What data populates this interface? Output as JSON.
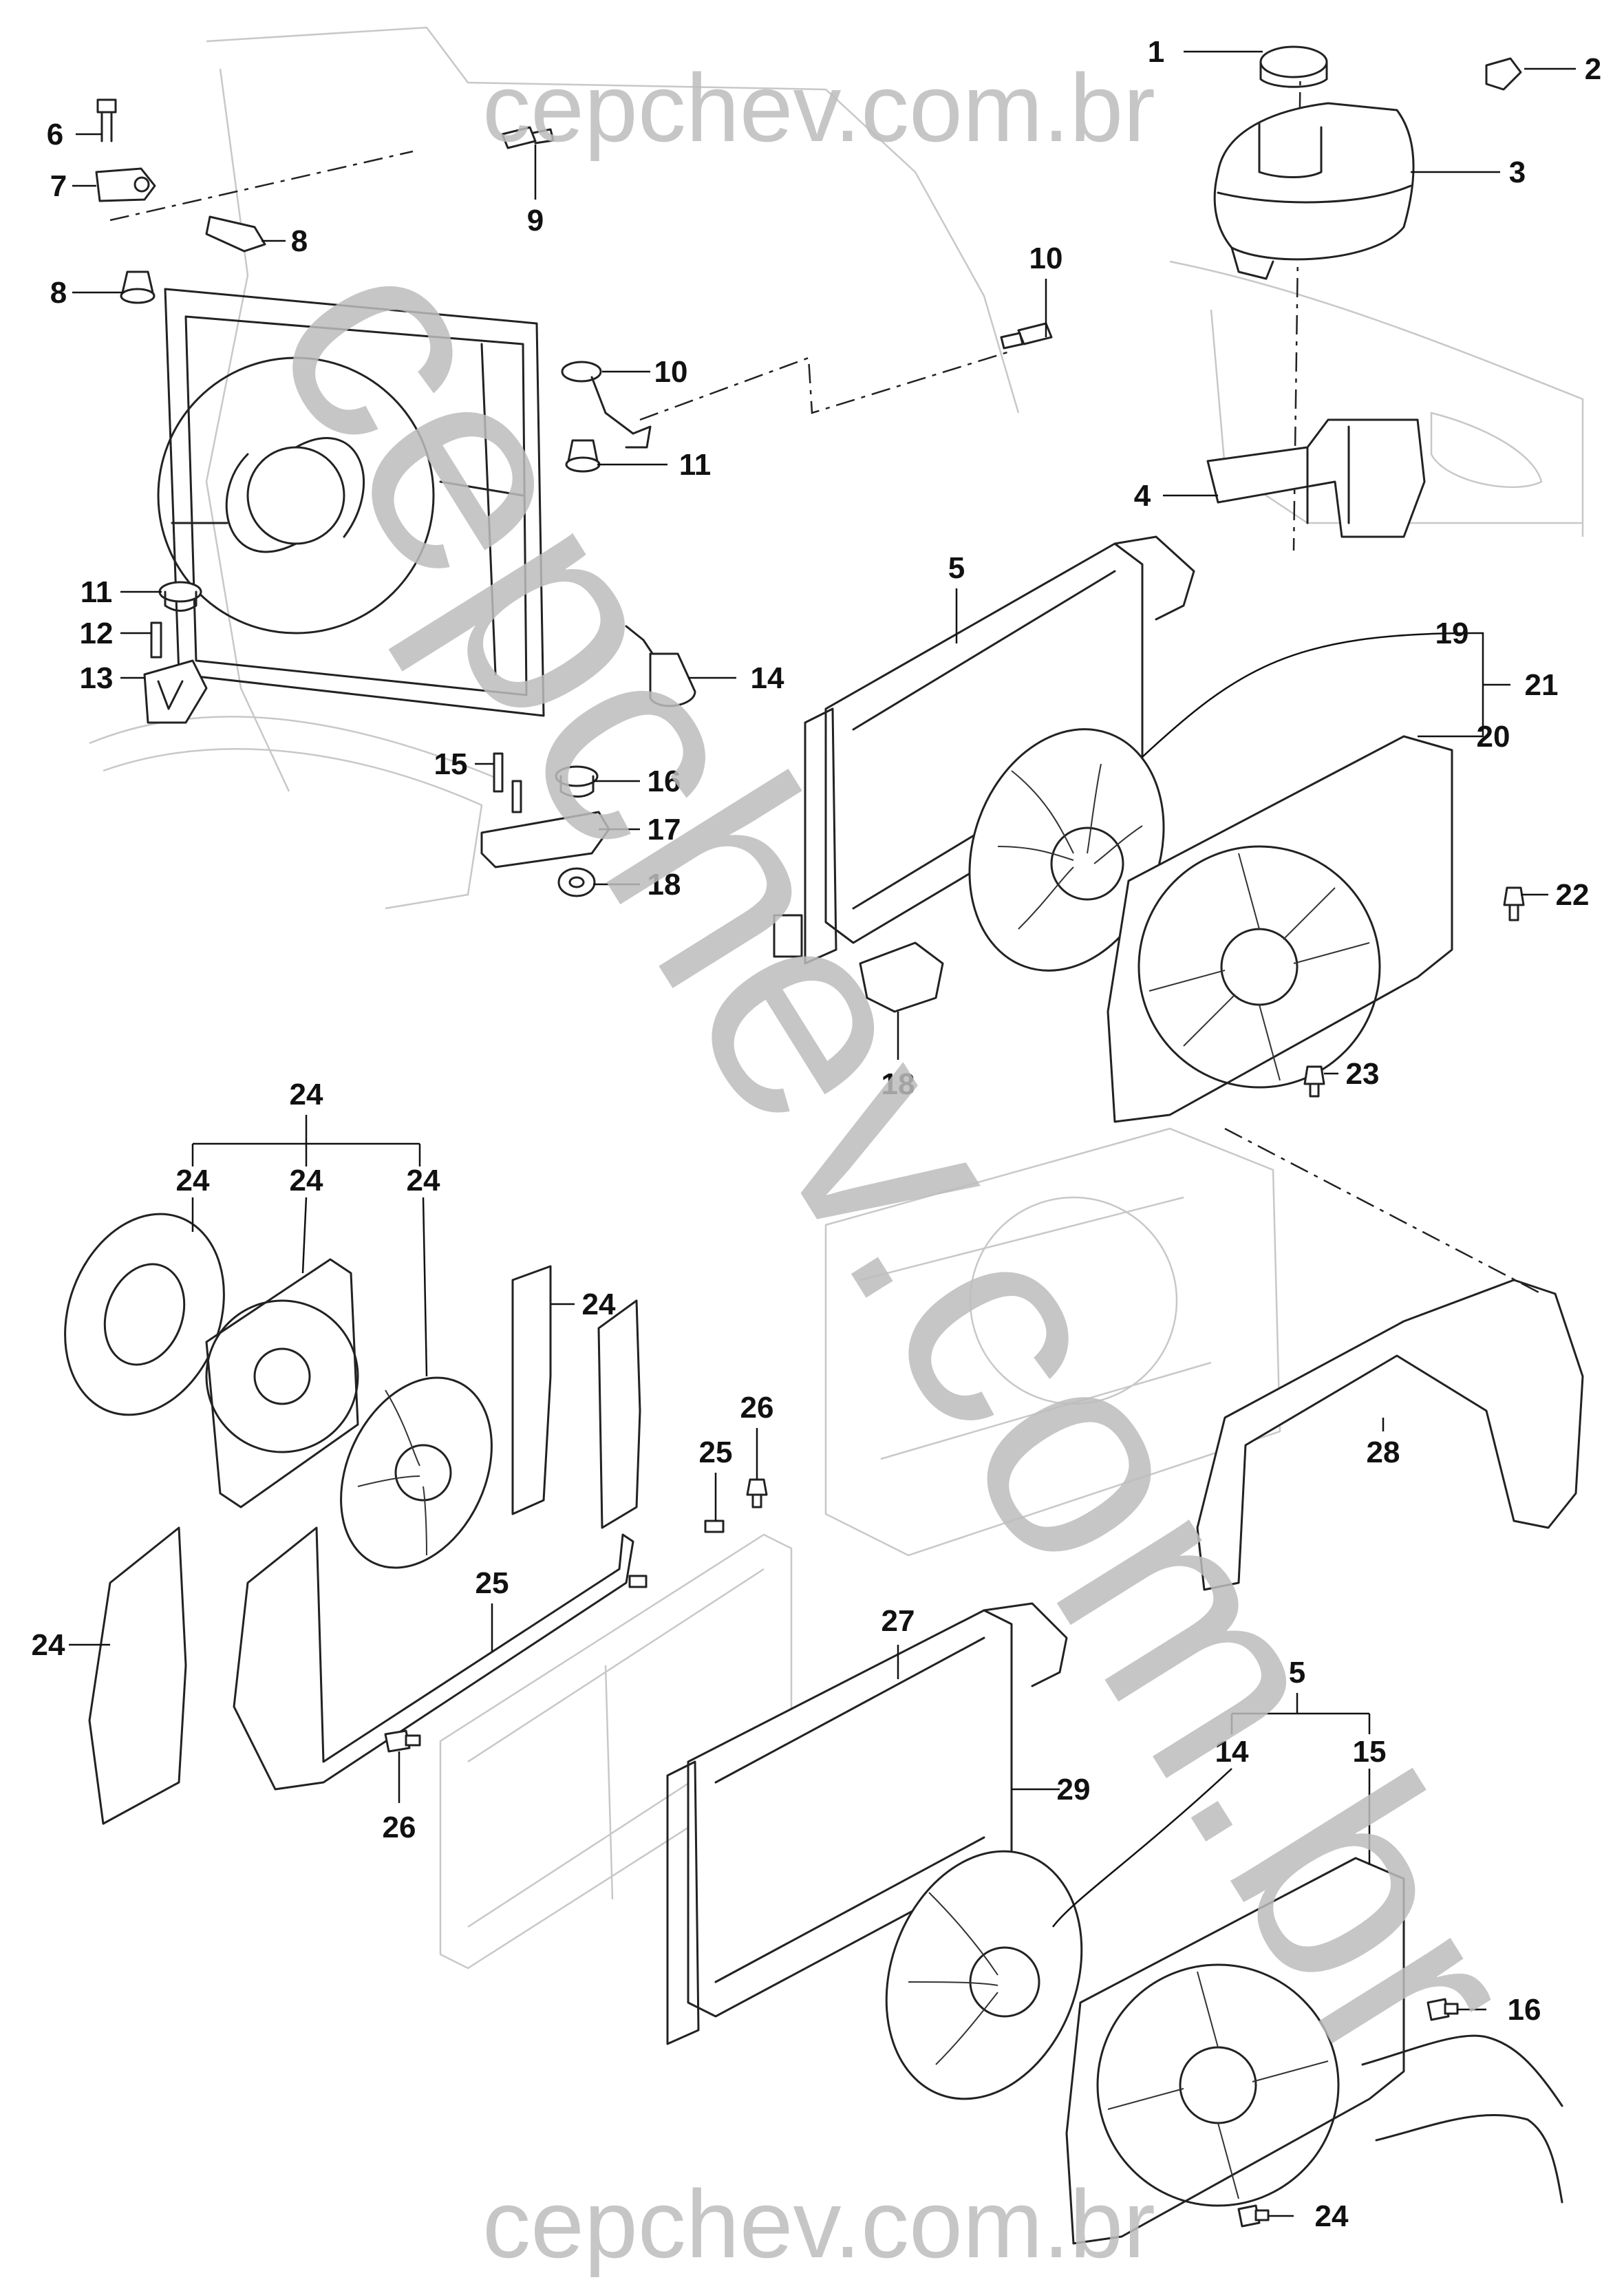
{
  "watermark": {
    "top": "cepchev.com.br",
    "bottom": "cepchev.com.br",
    "diagonal": "cepchev.com.br"
  },
  "callouts": [
    "1",
    "2",
    "3",
    "4",
    "5",
    "6",
    "7",
    "8",
    "8",
    "9",
    "10",
    "10",
    "11",
    "11",
    "12",
    "13",
    "14",
    "15",
    "16",
    "17",
    "18",
    "18",
    "19",
    "20",
    "21",
    "22",
    "23",
    "24",
    "24",
    "24",
    "24",
    "24",
    "24",
    "25",
    "25",
    "26",
    "26",
    "27",
    "28",
    "29",
    "5",
    "14",
    "15",
    "16",
    "24"
  ]
}
